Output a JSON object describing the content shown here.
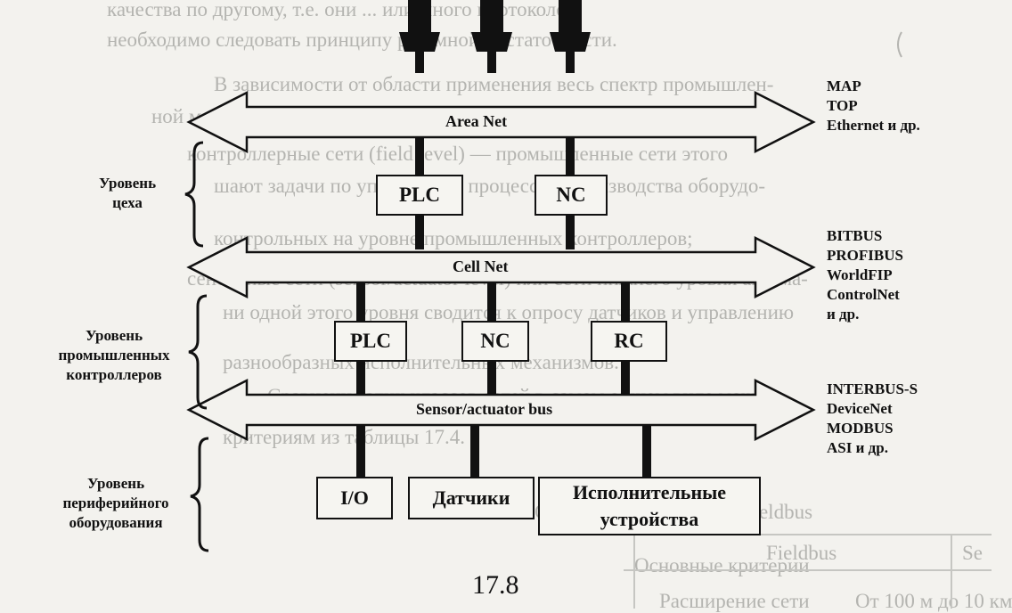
{
  "background_text": {
    "lines": [
      "качества по другому, т.е. они ... или много протоколов,",
      "необходимо следовать принципу разумной достаточности.",
      "В зависимости от области применения весь спектр промышлен-",
      "ной можно разделить на три уровня:",
      "контроллерные сети (field level) — промышленные сети этого",
      "шают задачи по управлению процессом производства оборудо-",
      "контрольных на уровне промышленных контроллеров;",
      "сенсорные сети (sensor/actuator level) или сети нижнего уровня автома-",
      "ни одной этого уровня сводится к опросу датчиков и управлению",
      "разнообразных исполнительных механизмов.",
      "Сравнение этих классов сетей в самом общем виде можно",
      "критериям из таблицы 17.4.",
      "Сравнение сетей типов Fieldbus",
      "Основные критерии",
      "Fieldbus",
      "Se",
      "Расширение сети",
      "От 100 м до 10 км"
    ]
  },
  "levels": {
    "shop": [
      "Уровень",
      "цеха"
    ],
    "controllers": [
      "Уровень",
      "промышленных",
      "контроллеров"
    ],
    "peripheral": [
      "Уровень",
      "периферийного",
      "оборудования"
    ]
  },
  "buses": {
    "area": "Area Net",
    "cell": "Cell Net",
    "sensor": "Sensor/actuator bus"
  },
  "boxes": {
    "shop_plc": "PLC",
    "shop_nc": "NC",
    "ctrl_plc": "PLC",
    "ctrl_nc": "NC",
    "ctrl_rc": "RC",
    "io": "I/O",
    "sensors": "Датчики",
    "actuators": "Исполнительные устройства"
  },
  "networks": {
    "area": [
      "MAP",
      "TOP",
      "Ethernet и др."
    ],
    "cell": [
      "BITBUS",
      "PROFIBUS",
      "WorldFIP",
      "ControlNet",
      "и др."
    ],
    "sensor": [
      "INTERBUS-S",
      "DeviceNet",
      "MODBUS",
      "ASI и др."
    ]
  },
  "caption": "17.8",
  "colors": {
    "ink": "#111111",
    "paper": "#f3f2ee",
    "faded_text": "#b4b4b0"
  }
}
